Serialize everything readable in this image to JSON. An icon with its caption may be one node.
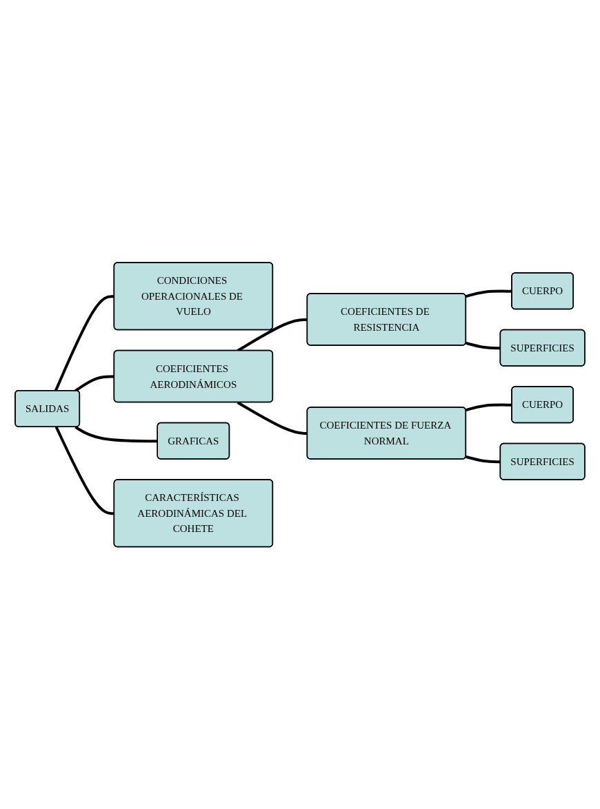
{
  "diagram": {
    "nodes": [
      {
        "text": [
          "SALIDAS"
        ]
      },
      {
        "text": [
          "CONDICIONES OPERACIONALES DE VUELO"
        ]
      },
      {
        "text": [
          "COEFICIENTES AERODINÁMICOS"
        ]
      },
      {
        "text": [
          "COEFICIENTES DE RESISTENCIA"
        ]
      },
      {
        "text": [
          "CUERPO"
        ]
      },
      {
        "text": [
          "SUPERFICIES"
        ]
      },
      {
        "text": [
          "COEFICIENTES DE FUERZA NORMAL"
        ]
      },
      {
        "text": [
          "CUERPO"
        ]
      },
      {
        "text": [
          "SUPERFICIES"
        ]
      },
      {
        "text": [
          "GRAFICAS"
        ]
      },
      {
        "text": [
          "CARACTERÍSTICAS AERODINÁMICAS DEL COHETE"
        ]
      }
    ],
    "edges": [
      {
        "from": 0,
        "to": 1,
        "arrow": "none"
      },
      {
        "from": 0,
        "to": 2,
        "arrow": "none"
      },
      {
        "from": 2,
        "to": 3,
        "arrow": "none"
      },
      {
        "from": 3,
        "to": 4,
        "arrow": "none"
      },
      {
        "from": 3,
        "to": 5,
        "arrow": "none"
      },
      {
        "from": 2,
        "to": 6,
        "arrow": "none"
      },
      {
        "from": 6,
        "to": 7,
        "arrow": "none"
      },
      {
        "from": 6,
        "to": 8,
        "arrow": "none"
      },
      {
        "from": 0,
        "to": 9,
        "arrow": "none"
      },
      {
        "from": 0,
        "to": 10,
        "arrow": "none"
      }
    ]
  }
}
